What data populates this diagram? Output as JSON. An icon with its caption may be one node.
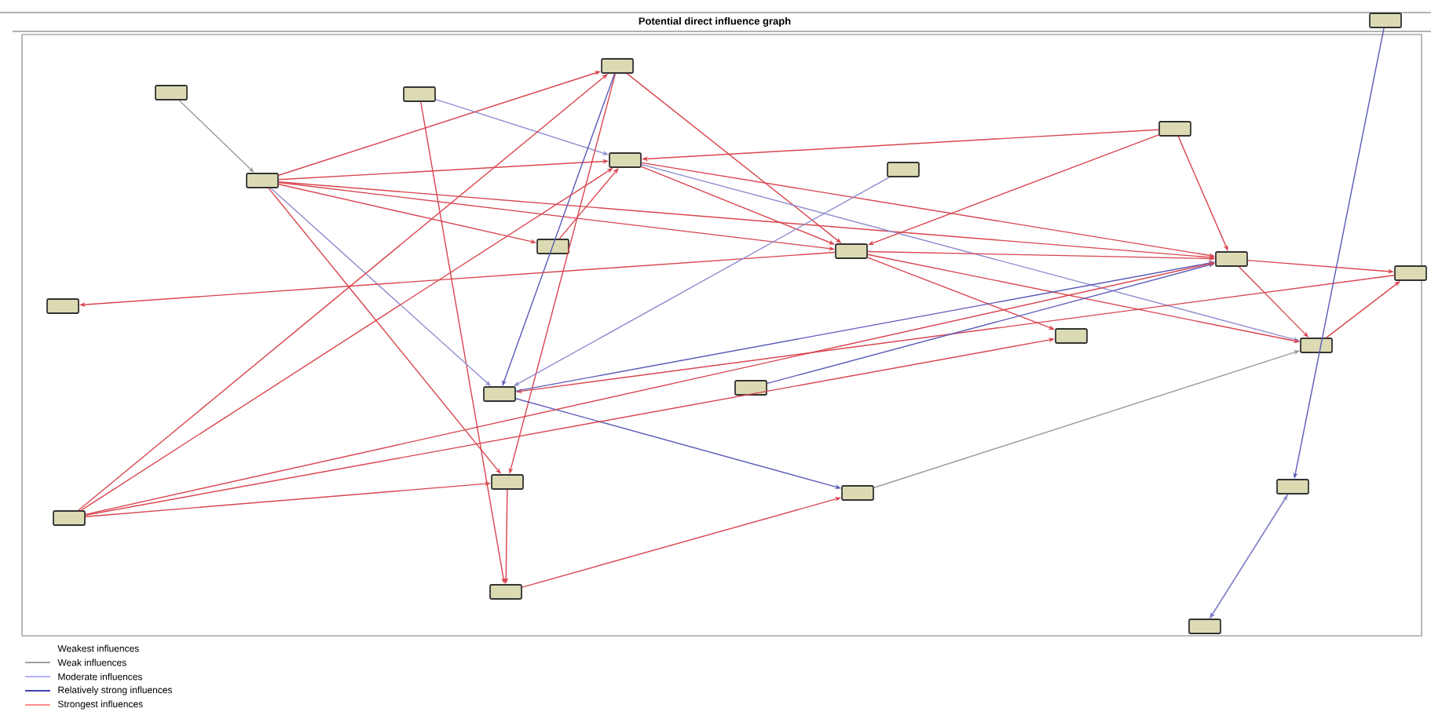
{
  "diagram": {
    "title": "Potential direct influence graph",
    "nodes": [
      {
        "text": [],
        "shape": "box"
      },
      {
        "text": [],
        "shape": "box"
      },
      {
        "text": [],
        "shape": "box"
      },
      {
        "text": [],
        "shape": "box"
      },
      {
        "text": [],
        "shape": "box"
      },
      {
        "text": [],
        "shape": "box"
      },
      {
        "text": [],
        "shape": "box"
      },
      {
        "text": [],
        "shape": "box"
      },
      {
        "text": [],
        "shape": "box"
      },
      {
        "text": [],
        "shape": "box"
      },
      {
        "text": [],
        "shape": "box"
      },
      {
        "text": [],
        "shape": "box"
      },
      {
        "text": [],
        "shape": "box"
      },
      {
        "text": [],
        "shape": "box"
      },
      {
        "text": [],
        "shape": "box"
      },
      {
        "text": [],
        "shape": "box"
      },
      {
        "text": [],
        "shape": "box"
      },
      {
        "text": [],
        "shape": "box"
      },
      {
        "text": [],
        "shape": "box"
      },
      {
        "text": [],
        "shape": "box"
      },
      {
        "text": [],
        "shape": "box"
      },
      {
        "text": [],
        "shape": "box"
      },
      {
        "text": [],
        "shape": "box"
      }
    ],
    "edges": [
      {
        "from": 0,
        "to": 3,
        "arrow": "to",
        "color": "#9a9a9a"
      },
      {
        "from": 1,
        "to": 4,
        "arrow": "to",
        "color": "#8c8cd0"
      },
      {
        "from": 1,
        "to": 20,
        "arrow": "to"
      },
      {
        "from": 3,
        "to": 2,
        "arrow": "to"
      },
      {
        "from": 3,
        "to": 4,
        "arrow": "to"
      },
      {
        "from": 3,
        "to": 5,
        "arrow": "to"
      },
      {
        "from": 3,
        "to": 8,
        "arrow": "to"
      },
      {
        "from": 3,
        "to": 11,
        "arrow": "to"
      },
      {
        "from": 3,
        "to": 17,
        "arrow": "to"
      },
      {
        "from": 3,
        "to": 16,
        "arrow": "to",
        "color": "#8c8cd0"
      },
      {
        "from": 2,
        "to": 8,
        "arrow": "to"
      },
      {
        "from": 2,
        "to": 17,
        "arrow": "to"
      },
      {
        "from": 2,
        "to": 16,
        "arrow": "to",
        "color": "#5a5ab8"
      },
      {
        "from": 4,
        "to": 8,
        "arrow": "to"
      },
      {
        "from": 4,
        "to": 11,
        "arrow": "to"
      },
      {
        "from": 4,
        "to": 13,
        "arrow": "to",
        "color": "#8c8cd0"
      },
      {
        "from": 5,
        "to": 4,
        "arrow": "to"
      },
      {
        "from": 7,
        "to": 4,
        "arrow": "to"
      },
      {
        "from": 7,
        "to": 8,
        "arrow": "to"
      },
      {
        "from": 7,
        "to": 11,
        "arrow": "to"
      },
      {
        "from": 8,
        "to": 9,
        "arrow": "to"
      },
      {
        "from": 8,
        "to": 11,
        "arrow": "to"
      },
      {
        "from": 8,
        "to": 13,
        "arrow": "to"
      },
      {
        "from": 8,
        "to": 14,
        "arrow": "to"
      },
      {
        "from": 6,
        "to": 16,
        "arrow": "to",
        "color": "#8c8cd0"
      },
      {
        "from": 11,
        "to": 13,
        "arrow": "to"
      },
      {
        "from": 11,
        "to": 12,
        "arrow": "to"
      },
      {
        "from": 13,
        "to": 12,
        "arrow": "to"
      },
      {
        "from": 12,
        "to": 16,
        "arrow": "to"
      },
      {
        "from": 16,
        "to": 11,
        "arrow": "to",
        "color": "#5a5ab8"
      },
      {
        "from": 15,
        "to": 11,
        "arrow": "to",
        "color": "#5a5ab8"
      },
      {
        "from": 16,
        "to": 19,
        "arrow": "to",
        "color": "#5a5ab8"
      },
      {
        "from": 18,
        "to": 4,
        "arrow": "to"
      },
      {
        "from": 18,
        "to": 2,
        "arrow": "to"
      },
      {
        "from": 18,
        "to": 11,
        "arrow": "to"
      },
      {
        "from": 18,
        "to": 14,
        "arrow": "to"
      },
      {
        "from": 18,
        "to": 17,
        "arrow": "to"
      },
      {
        "from": 17,
        "to": 20,
        "arrow": "to"
      },
      {
        "from": 20,
        "to": 19,
        "arrow": "to"
      },
      {
        "from": 19,
        "to": 13,
        "arrow": "to",
        "color": "#9a9a9a"
      },
      {
        "from": 10,
        "to": 21,
        "arrow": "to",
        "color": "#5a5ab8"
      },
      {
        "from": 21,
        "to": 22,
        "arrow": "to",
        "color": "#5a5ab8"
      },
      {
        "from": 22,
        "to": 21,
        "arrow": "to",
        "color": "#8c8cd0"
      }
    ],
    "legend": [
      {
        "text": "Weakest influences"
      },
      {
        "text": "Weak influences"
      },
      {
        "text": "Moderate influences"
      },
      {
        "text": "Relatively strong influences"
      },
      {
        "text": "Strongest influences"
      }
    ]
  }
}
